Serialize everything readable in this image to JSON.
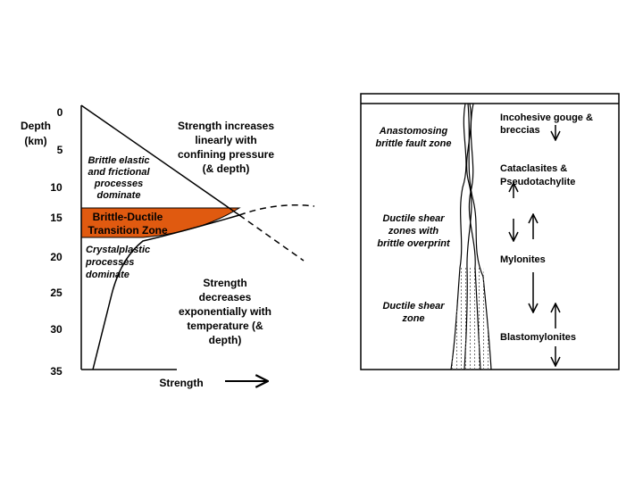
{
  "left_diagram": {
    "depth_axis": {
      "title_lines": [
        "Depth",
        "(km)"
      ],
      "ticks": [
        "0",
        "5",
        "10",
        "15",
        "20",
        "25",
        "30",
        "35"
      ]
    },
    "strength_axis_label": "Strength",
    "labels": {
      "brittle": [
        "Brittle elastic",
        "and frictional",
        "processes",
        "dominate"
      ],
      "transition": [
        "Brittle-Ductile",
        "Transition Zone"
      ],
      "crystalplastic": [
        "Crystalplastic",
        "processes",
        "dominate"
      ],
      "strength_increase": [
        "Strength increases",
        "linearly with",
        "confining pressure",
        "(& depth)"
      ],
      "strength_decrease": [
        "Strength",
        "decreases",
        "exponentially with",
        "temperature (&",
        "depth)"
      ]
    },
    "colors": {
      "transition_zone": "#e05a10"
    }
  },
  "right_diagram": {
    "zone_labels": {
      "anastomosing": [
        "Anastomosing",
        "brittle fault zone"
      ],
      "ductile_overprint": [
        "Ductile shear",
        "zones with",
        "brittle overprint"
      ],
      "ductile": [
        "Ductile shear",
        "zone"
      ]
    },
    "rock_labels": {
      "gouge": [
        "Incohesive gouge &",
        "breccias"
      ],
      "cataclasites": [
        "Cataclasites &",
        "Pseudotachylite"
      ],
      "mylonites": [
        "Mylonites"
      ],
      "blastomylonites": [
        "Blastomylonites"
      ]
    }
  }
}
